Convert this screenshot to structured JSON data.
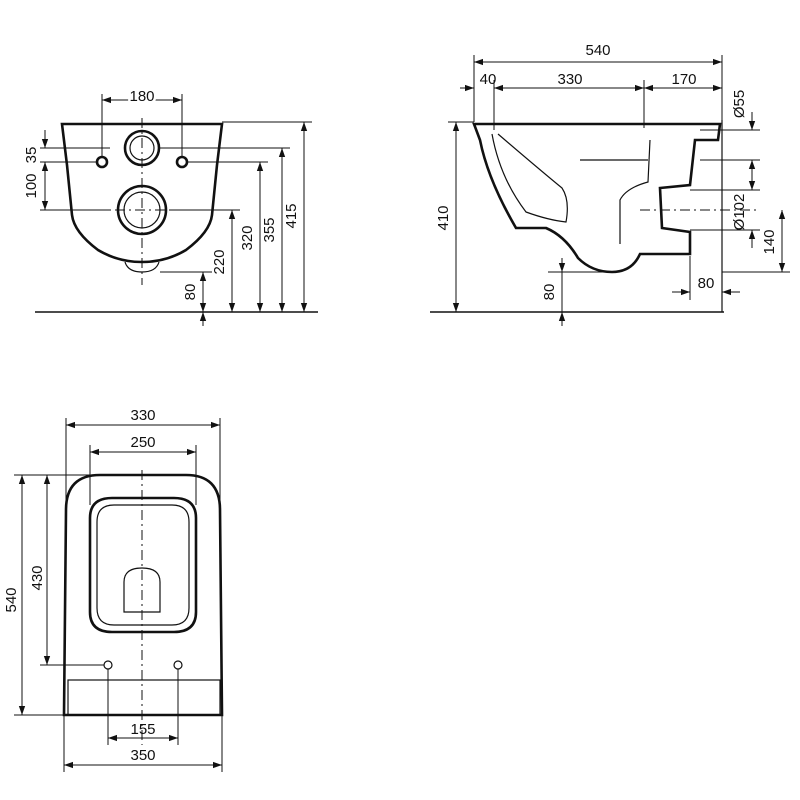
{
  "front_view": {
    "dims": {
      "hole_spacing": "180",
      "upper_offset": "35",
      "lower_offset": "100",
      "floor_to_bottom": "80",
      "floor_to_outlet": "220",
      "floor_to_inlet": "320",
      "floor_to_bolts": "355",
      "total_height": "415"
    }
  },
  "side_view": {
    "dims": {
      "total_length": "540",
      "rim_offset": "40",
      "mid_length": "330",
      "rear_length": "170",
      "inlet_diameter": "Ø55",
      "outlet_diameter": "Ø102",
      "height": "410",
      "floor_clearance": "80",
      "outlet_height": "140",
      "outlet_length": "80"
    }
  },
  "top_view": {
    "dims": {
      "front_width": "330",
      "bowl_width": "250",
      "total_length": "540",
      "bowl_length": "430",
      "bolt_spacing": "155",
      "rear_width": "350"
    }
  }
}
